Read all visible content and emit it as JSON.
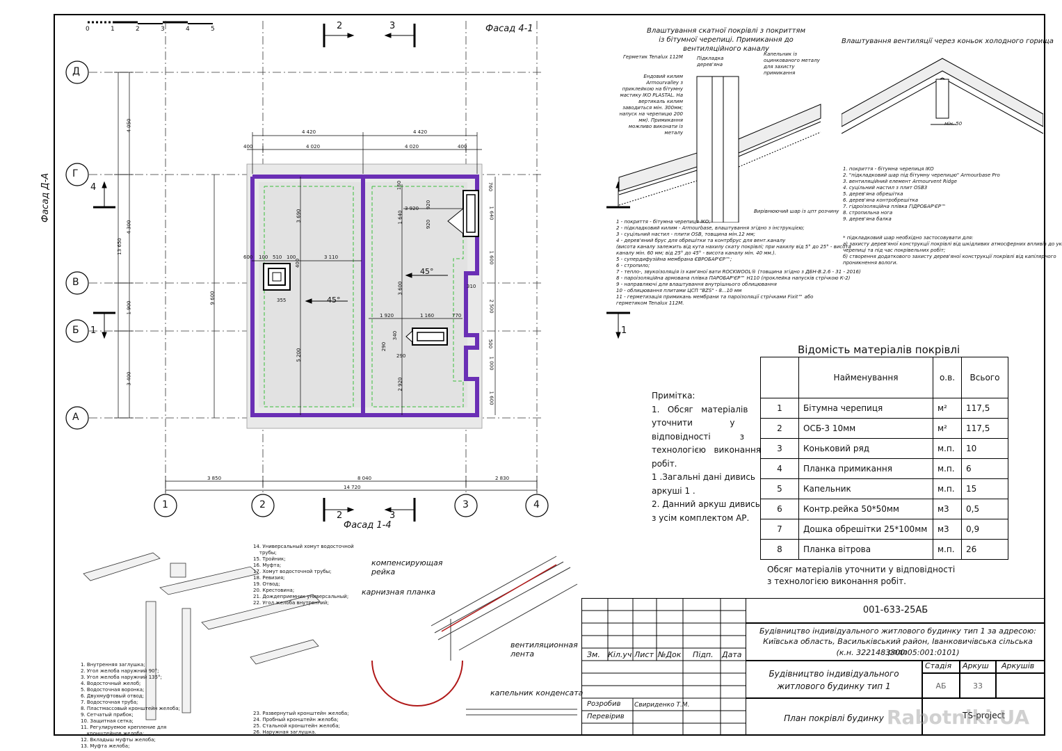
{
  "scale_bar": {
    "labels": [
      "0",
      "1",
      "2",
      "3",
      "4",
      "5"
    ]
  },
  "plan": {
    "facade_top": "Фасад 4-1",
    "facade_bottom": "Фасад 1-4",
    "facade_left": "Фасад Д-А",
    "section_marks": {
      "s2": "2",
      "s3": "3",
      "s4": "4",
      "s1": "1"
    },
    "axes_letters": [
      "Д",
      "Г",
      "В",
      "Б",
      "А"
    ],
    "axes_numbers": [
      "1",
      "2",
      "3",
      "4"
    ],
    "dims_top": {
      "a": "4 420",
      "b": "4 420",
      "c": "400",
      "d": "4 020",
      "e": "4 020",
      "f": "400"
    },
    "dims_left": {
      "a": "4 050",
      "b": "4 300",
      "c": "1 900",
      "d": "3 400",
      "total": "13 650",
      "inner": "9 600"
    },
    "dims_bottom": {
      "a": "3 850",
      "b": "8 040",
      "c": "2 830",
      "total": "14 720"
    },
    "dims_inner": {
      "d3690": "3 690",
      "d5200": "5 200",
      "d3110": "3 110",
      "d600": "600",
      "d100a": "100",
      "d510": "510",
      "d355": "355",
      "d400": "400",
      "d3920": "3 920",
      "d920": "920",
      "d1640": "1 640",
      "d3600": "3 600",
      "d2920": "2 920",
      "d1920": "1 920",
      "d1160": "1 160",
      "d770": "770",
      "d290": "290",
      "d340": "340",
      "d160": "160",
      "r760": "760",
      "r1600": "1 600",
      "r2500": "2 500",
      "r500": "500",
      "r1000": "1 000",
      "r1600b": "1 600",
      "r1640": "1 640",
      "r310": "310"
    },
    "slope_labels": [
      "45°",
      "45°"
    ]
  },
  "detail1": {
    "title": "Влаштування скатної покрівлі з покриттям із бітумної черепиці. Примикання до вентиляційного каналу",
    "callouts": {
      "sealant": "Герметик Tenalux 112M",
      "rail": "Підкладка дерев'яна",
      "drip": "Капельник із оцинкованого металу для захисту примикання",
      "valley": "Ендовий килим Armourvalley з приклейкою на бітумну мастику IKO PLASTAL. На вертикаль килим заводиться мін. 300мм; напуск на черепицю 200 мм). Примикання можливо виконати із металу",
      "levelling": "Вирівнюючий шар із цпт розчину"
    },
    "legend": [
      "1 - покриття - бітумна черепиця IKO;",
      "2 - підкладковий килим - Armourbase, влаштування згідно з інструкцією;",
      "3 - суцільний настил - плити OSB, товщина мін.12 мм;",
      "4 - дерев'яний брус для обрешітки та контрбрус для вент.каналу",
      "   (висота каналу залежить від кута нахилу скату покрівлі; при нахилу від 5° до 25° - висота",
      "   каналу  мін. 60  мм; від 25° до 45° - висота каналу  мін. 40 мм.).",
      "5 - супердифузійна мембрана ЄВРОБАР'ЄР™;",
      "6 - стропило;",
      "7 - тепло-, звукоізоляція із кам'яної вати ROCKWOOL® (товщина згідно з ДБН-В.2.6 - 31 - 2016)",
      "8 - пароізоляційна армована плівка ПАРОБАР'ЄР™ Н110 (проклейка напусків стрічкою К-2)",
      "9 - направляючі для влаштування внутрішнього облицювання",
      "10 - облицювання плитами ЦСП \"BZS\" - 8...10 мм",
      "11 - герметизація примикань мембрани та пароізоляції стрічками Fixit™ або герметиком Tenalux 112M."
    ]
  },
  "detail2": {
    "title": "Влаштування вентиляції через коньок холодного горища",
    "min_label": "мін. 50",
    "legend": [
      "1. покриття - бітумна черепиця IKO",
      "2. \"підкладковий шар під бітумну черепицю\" Armourbase Pro",
      "3. вентиляційний елемент Armourvent Ridge",
      "4. суцільний настил з плит OSB3",
      "5. дерев'яна обрешітка",
      "6. дерев'яна контробрешітка",
      "7. гідроізоляційна плівка ГІДРОБАР'ЄР™",
      "8. стропильна нога",
      "9. дерев'яна балка"
    ],
    "note": [
      "* підкладковий шар необхідно застосовувати для:",
      "а) захисту дерев'яної конструкції покрівлі від шкідливих атмосферних впливів до укладання",
      "черепиці та під час покрівельних робіт;",
      "б) створення додаткового захисту дерев'яної конструкції покрівлі від капілярного",
      "проникнення вологи."
    ]
  },
  "spec": {
    "title": "Відомість матеріалів покрівлі",
    "headers": [
      "",
      "Найменування",
      "о.в.",
      "Всього"
    ],
    "rows": [
      [
        "1",
        "Бітумна черепиця",
        "м²",
        "117,5"
      ],
      [
        "2",
        "ОСБ-3 10мм",
        "м²",
        "117,5"
      ],
      [
        "3",
        "Коньковий ряд",
        "м.п.",
        "10"
      ],
      [
        "4",
        "Планка примикання",
        "м.п.",
        "6"
      ],
      [
        "5",
        "Капельник",
        "м.п.",
        "15"
      ],
      [
        "6",
        "Контр.рейка 50*50мм",
        "м3",
        "0,5"
      ],
      [
        "7",
        "Дошка обрешітки 25*100мм",
        "м3",
        "0,9"
      ],
      [
        "8",
        "Планка вітрова",
        "м.п.",
        "26"
      ]
    ],
    "footnote1": "Обсяг матеріалів уточнити у відповідності",
    "footnote2": "з технологією виконання робіт."
  },
  "notes": {
    "title": "Примітка:",
    "lines": [
      "1.   Обсяг   матеріалів",
      "уточнити              у",
      "відповідності           з",
      "технологією   виконання",
      "робіт.",
      "1 .Загальні дані дивись",
      "аркуші 1 .",
      "2. Данний аркуш дивись",
      "з усім комплектом АР."
    ]
  },
  "gutter": {
    "left_legend": [
      "1. Внутренняя заглушка;",
      "2. Угол желоба наружний 90°;",
      "3. Угол желоба наружний 135°;",
      "4. Водосточный желоб;",
      "5. Водосточная воронка;",
      "6. Двухмуфтовый отвод;",
      "7. Водосточная труба;",
      "8. Пластмассовый кронштейн желоба;",
      "9. Сетчатый прибок;",
      "10. Защитная сетка;",
      "11. Регулируемое крепление для",
      "    кронштейнов желоба;",
      "12. Вкладыш муфты желоба;",
      "13. Муфта желоба;"
    ],
    "right_legend_top": [
      "14. Универсальный хомут водосточной",
      "    трубы;",
      "15. Тройник;",
      "16. Муфта;",
      "17. Хомут водосточной трубы;",
      "18. Ревизия;",
      "19. Отвод;",
      "20. Крестовина;",
      "21. Дождеприемник универсальный;",
      "22. Угол желоба внутренний;"
    ],
    "right_legend_bottom": [
      "23. Развернутый кронштейн желоба;",
      "24. Пробный кронштейн желоба;",
      "25. Стальной кронштейн желоба;",
      "26. Наружная заглушка."
    ]
  },
  "eaves": {
    "label1": "компенсирующая",
    "label1b": "рейка",
    "label2": "карнизная планка",
    "label3": "вентиляционная",
    "label3b": "лента",
    "label4": "капельник конденсата"
  },
  "title_block": {
    "code": "001-633-25АБ",
    "project": "Будівництво індивідуального житлового будинку тип 1 за адресою: Київська область, Васильківський район, Іванковичівська сільська рада",
    "cadastre": "(к.н. 3221483300:05:001:0101)",
    "object_line1": "Будівництво індивідуального",
    "object_line2": "житлового будинку тип 1",
    "sheet_title": "План покрівлі будинку",
    "org": "TS-project",
    "cols": [
      "Зм.",
      "Кіл.уч",
      "Лист",
      "№Док",
      "Підп.",
      "Дата"
    ],
    "stage_h": "Стадія",
    "sheet_h": "Аркуш",
    "sheets_h": "Аркушів",
    "stage": "АБ",
    "sheet": "33",
    "role1": "Розробив",
    "name1": "Свириденко Т.М.",
    "role2": "Перевірив",
    "watermark": "Rabotniki.UA"
  },
  "colors": {
    "wall": "#6a2fb5",
    "roof": "#e8e8e8",
    "ridge_dash": "#3bbf3b",
    "gutter_red": "#b01818"
  }
}
